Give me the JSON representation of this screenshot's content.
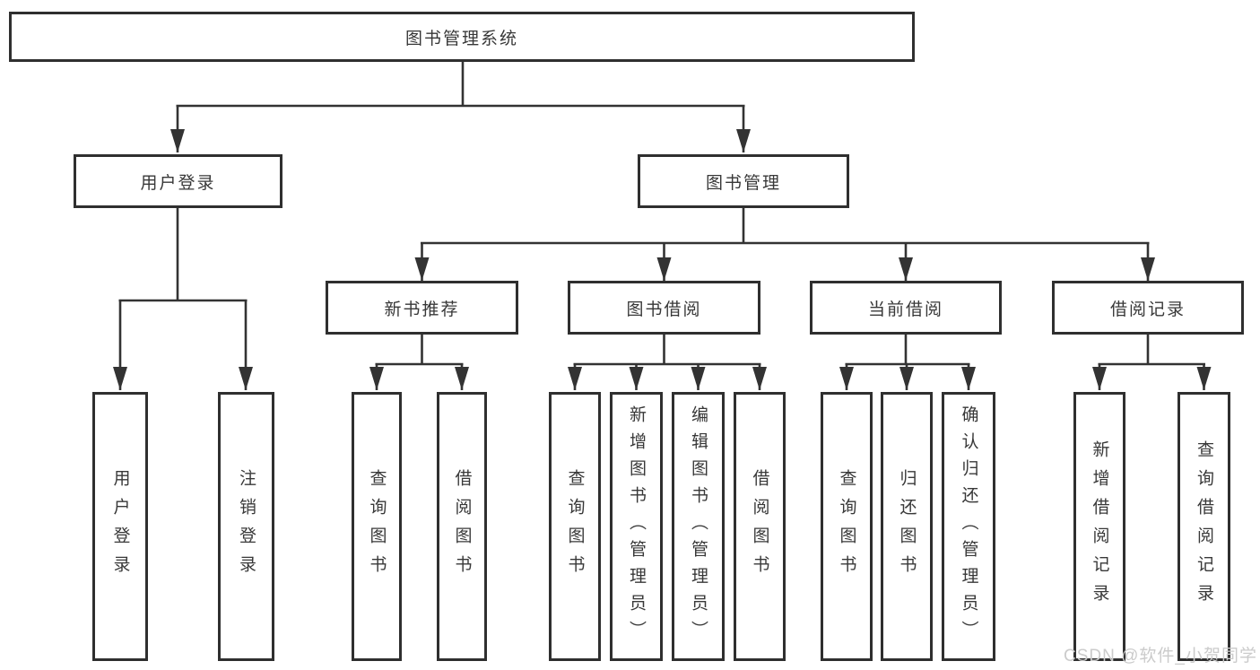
{
  "diagram": {
    "root": {
      "label": "图书管理系统"
    },
    "level2": [
      {
        "label": "用户登录"
      },
      {
        "label": "图书管理"
      }
    ],
    "level3": [
      {
        "label": "新书推荐"
      },
      {
        "label": "图书借阅"
      },
      {
        "label": "当前借阅"
      },
      {
        "label": "借阅记录"
      }
    ],
    "leaves": [
      {
        "label": "用户登录"
      },
      {
        "label": "注销登录"
      },
      {
        "label": "查询图书"
      },
      {
        "label": "借阅图书"
      },
      {
        "label": "查询图书"
      },
      {
        "label": "新增图书（管理员）"
      },
      {
        "label": "编辑图书（管理员）"
      },
      {
        "label": "借阅图书"
      },
      {
        "label": "查询图书"
      },
      {
        "label": "归还图书"
      },
      {
        "label": "确认归还（管理员）"
      },
      {
        "label": "新增借阅记录"
      },
      {
        "label": "查询借阅记录"
      }
    ]
  },
  "watermark": {
    "text": "CSDN @软件_小贺同学"
  },
  "colors": {
    "line": "#333333",
    "box_border": "#2f2f2f",
    "text": "#383838",
    "background": "#ffffff",
    "watermark_text": "#cbcbcb"
  }
}
